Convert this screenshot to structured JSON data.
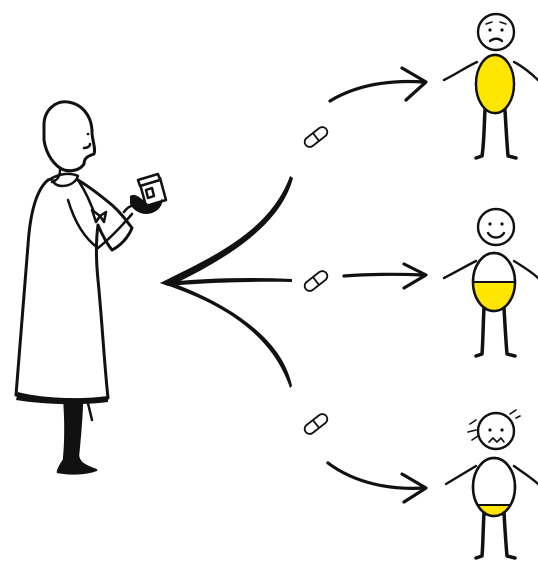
{
  "diagram": {
    "colors": {
      "ink": "#111111",
      "paper": "#ffffff",
      "fill": "#ffe600"
    },
    "doctor": {
      "icon": "doctor-holding-pill-bottle-icon"
    },
    "outcomes": [
      {
        "pill_icon": "capsule-icon",
        "arrow_icon": "arrow-right-icon",
        "figure_icon": "person-worried-icon",
        "fill_level": 1.0
      },
      {
        "pill_icon": "capsule-icon",
        "arrow_icon": "arrow-right-icon",
        "figure_icon": "person-happy-icon",
        "fill_level": 0.5
      },
      {
        "pill_icon": "capsule-icon",
        "arrow_icon": "arrow-right-icon",
        "figure_icon": "person-sad-icon",
        "fill_level": 0.2
      }
    ]
  }
}
